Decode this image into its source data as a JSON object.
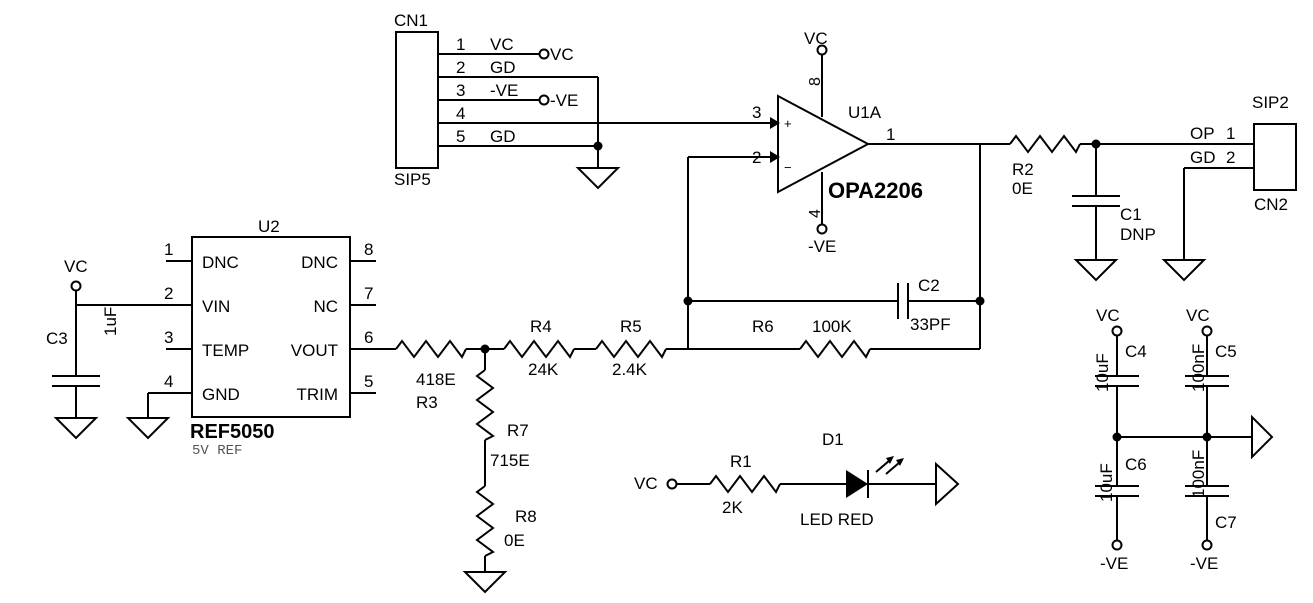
{
  "cn1": {
    "ref": "CN1",
    "value": "SIP5",
    "pins": [
      {
        "num": "1",
        "net": "VC"
      },
      {
        "num": "2",
        "net": "GD"
      },
      {
        "num": "3",
        "net": "-VE"
      },
      {
        "num": "4",
        "net": ""
      },
      {
        "num": "5",
        "net": "GD"
      }
    ],
    "vc_port": "VC",
    "ve_port": "-VE"
  },
  "u1": {
    "ref": "U1A",
    "value": "OPA2206",
    "pin_plus": "3",
    "pin_minus": "2",
    "pin_out": "1",
    "pin_vplus": "8",
    "pin_vminus": "4",
    "plus_sign": "+",
    "minus_sign": "−",
    "vplus_net": "VC",
    "vminus_net": "-VE"
  },
  "u2": {
    "ref": "U2",
    "value": "REF5050",
    "desc": "5V REF",
    "left_pins": [
      {
        "num": "1",
        "name": "DNC"
      },
      {
        "num": "2",
        "name": "VIN"
      },
      {
        "num": "3",
        "name": "TEMP"
      },
      {
        "num": "4",
        "name": "GND"
      }
    ],
    "right_pins": [
      {
        "num": "8",
        "name": "DNC"
      },
      {
        "num": "7",
        "name": "NC"
      },
      {
        "num": "6",
        "name": "VOUT"
      },
      {
        "num": "5",
        "name": "TRIM"
      }
    ]
  },
  "sip2": {
    "ref": "SIP2",
    "value": "CN2",
    "pins": [
      {
        "num": "1",
        "net": "OP"
      },
      {
        "num": "2",
        "net": "GD"
      }
    ]
  },
  "vc_label": "VC",
  "components": {
    "r1": {
      "ref": "R1",
      "value": "2K"
    },
    "r2": {
      "ref": "R2",
      "value": "0E"
    },
    "r3": {
      "ref": "R3",
      "value": "418E"
    },
    "r4": {
      "ref": "R4",
      "value": "24K"
    },
    "r5": {
      "ref": "R5",
      "value": "2.4K"
    },
    "r6": {
      "ref": "R6",
      "value": "100K"
    },
    "r7": {
      "ref": "R7",
      "value": "715E"
    },
    "r8": {
      "ref": "R8",
      "value": "0E"
    },
    "c1": {
      "ref": "C1",
      "value": "DNP"
    },
    "c2": {
      "ref": "C2",
      "value": "33PF"
    },
    "c3": {
      "ref": "C3",
      "value": "1uF"
    },
    "c4": {
      "ref": "C4",
      "value": "10uF"
    },
    "c5": {
      "ref": "C5",
      "value": "100nF"
    },
    "c6": {
      "ref": "C6",
      "value": "10uF"
    },
    "c7": {
      "ref": "C7",
      "value": "100nF"
    },
    "d1": {
      "ref": "D1",
      "value": "LED RED"
    }
  },
  "nets": {
    "vc": "VC",
    "ve": "-VE"
  }
}
